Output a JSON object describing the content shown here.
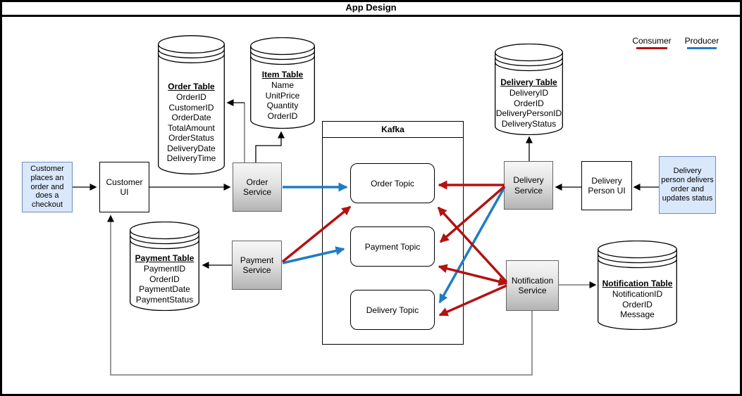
{
  "title": "App Design",
  "legend": {
    "consumer_label": "Consumer",
    "producer_label": "Producer",
    "consumer_color": "#B31212",
    "producer_color": "#1F7CC4"
  },
  "notes": {
    "customer": "Customer places an order and does a checkout",
    "delivery": "Delivery person delivers order and updates status"
  },
  "boxes": {
    "customer_ui": "Customer UI",
    "order_service": "Order Service",
    "payment_service": "Payment Service",
    "delivery_service": "Delivery Service",
    "delivery_person_ui": "Delivery Person UI",
    "notification_service": "Notification Service"
  },
  "kafka": {
    "label": "Kafka",
    "topics": [
      "Order Topic",
      "Payment Topic",
      "Delivery Topic"
    ]
  },
  "tables": {
    "order": {
      "title": "Order Table",
      "fields": [
        "OrderID",
        "CustomerID",
        "OrderDate",
        "TotalAmount",
        "OrderStatus",
        "DeliveryDate",
        "DeliveryTime"
      ]
    },
    "item": {
      "title": "Item Table",
      "fields": [
        "Name",
        "UnitPrice",
        "Quantity",
        "OrderID"
      ]
    },
    "delivery": {
      "title": "Delivery Table",
      "fields": [
        "DeliveryID",
        "OrderID",
        "DeliveryPersonID",
        "DeliveryStatus"
      ]
    },
    "payment": {
      "title": "Payment Table",
      "fields": [
        "PaymentID",
        "OrderID",
        "PaymentDate",
        "PaymentStatus"
      ]
    },
    "notification": {
      "title": "Notification Table",
      "fields": [
        "NotificationID",
        "OrderID",
        "Message"
      ]
    }
  }
}
